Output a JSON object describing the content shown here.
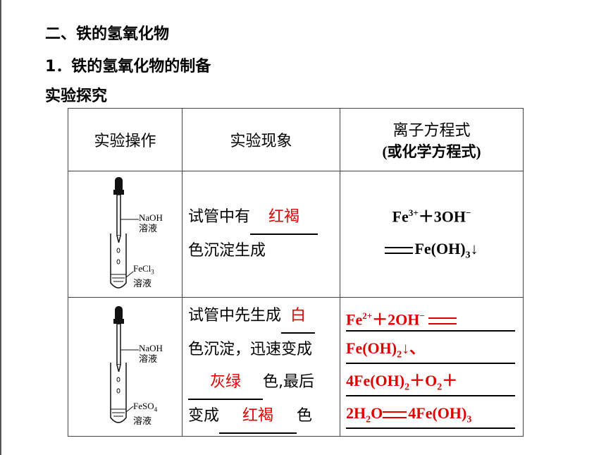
{
  "headings": {
    "section": "二、铁的氢氧化物",
    "sub": "1．铁的氢氧化物的制备",
    "label": "实验探究"
  },
  "table": {
    "headers": {
      "operation": "实验操作",
      "phenomenon": "实验现象",
      "equation_line1": "离子方程式",
      "equation_line2": "(或化学方程式)"
    },
    "row1": {
      "dropper_label_1": "NaOH",
      "dropper_label_2": "溶液",
      "tube_label_1": "FeCl",
      "tube_label_sub": "3",
      "tube_label_2": "溶液",
      "phen_prefix": "试管中有",
      "phen_blank": "红褐",
      "phen_suffix": "色沉淀生成",
      "eq_fe": "Fe",
      "eq_charge": "3+",
      "eq_plus_oh": "＋3OH",
      "eq_minus": "−",
      "eq_product": "Fe(OH)",
      "eq_product_sub": "3",
      "eq_arrow": "↓"
    },
    "row2": {
      "dropper_label_1": "NaOH",
      "dropper_label_2": "溶液",
      "tube_label_1": "FeSO",
      "tube_label_sub": "4",
      "tube_label_2": "溶液",
      "phen_1": "试管中先生成",
      "phen_blank_1": "白",
      "phen_2": "色沉淀，迅速变成",
      "phen_blank_2": "灰绿",
      "phen_3": "色,最后",
      "phen_4": "变成",
      "phen_blank_3": "红褐",
      "phen_5": "色",
      "eq_line1_a": "Fe",
      "eq_line1_charge": "2+",
      "eq_line1_b": "＋2OH",
      "eq_line1_minus": "−",
      "eq_line2_a": "Fe(OH)",
      "eq_line2_sub": "2",
      "eq_line2_b": "↓、",
      "eq_line3_a": "4Fe(OH)",
      "eq_line3_sub": "2",
      "eq_line3_b": "＋O",
      "eq_line3_sub2": "2",
      "eq_line3_c": "＋",
      "eq_line4_a": "2H",
      "eq_line4_sub": "2",
      "eq_line4_b": "O",
      "eq_line4_c": "4Fe(OH)",
      "eq_line4_sub2": "3"
    }
  },
  "colors": {
    "answer": "#e00000",
    "border": "#444444"
  }
}
